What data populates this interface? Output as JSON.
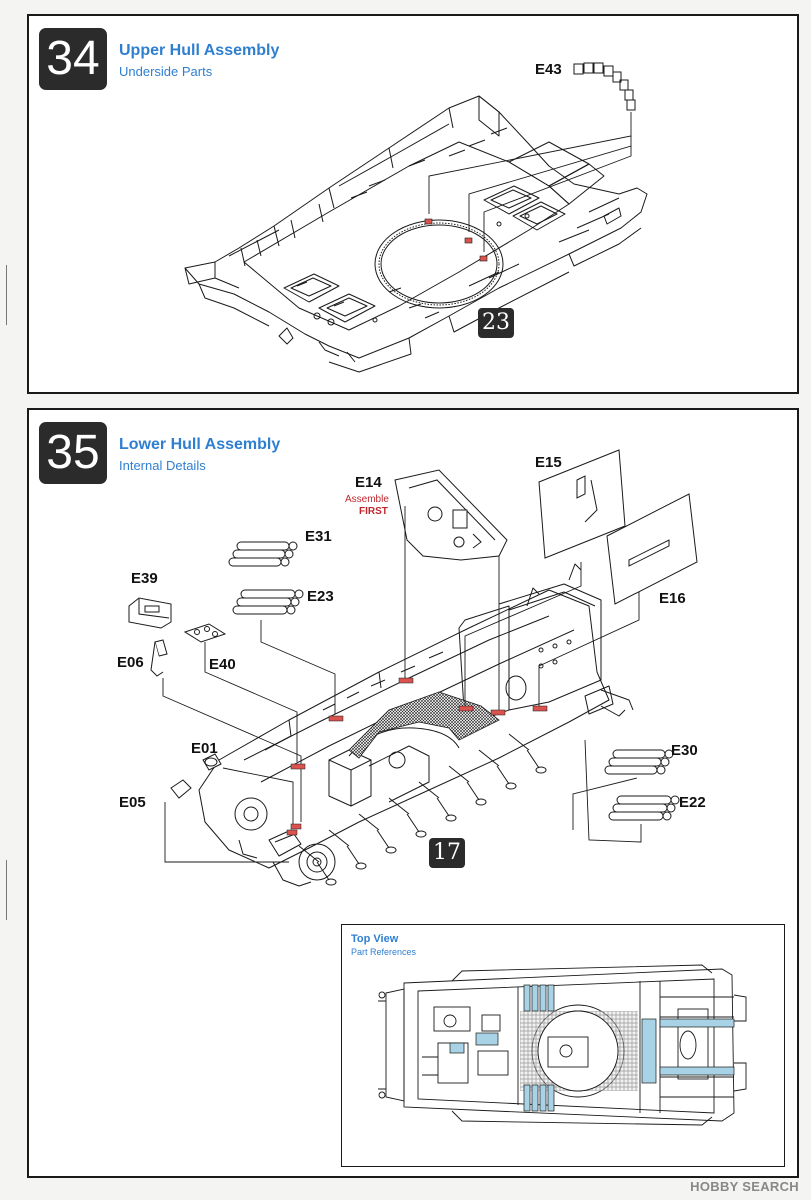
{
  "steps": [
    {
      "number": "34",
      "title": "Upper Hull Assembly",
      "subtitle": "Underside Parts",
      "parts": [
        "E43"
      ],
      "reference": "23"
    },
    {
      "number": "35",
      "title": "Lower Hull Assembly",
      "subtitle": "Internal Details",
      "parts": [
        "E14",
        "E15",
        "E31",
        "E23",
        "E39",
        "E16",
        "E06",
        "E40",
        "E01",
        "E30",
        "E05",
        "E22"
      ],
      "notes": {
        "assemble": "Assemble",
        "first": "FIRST"
      },
      "reference": "17",
      "inset": {
        "title": "Top View",
        "subtitle": "Part References"
      }
    }
  ],
  "watermark": "HOBBY SEARCH",
  "colors": {
    "accent_blue": "#2f7fd0",
    "note_red": "#c0272d",
    "highlight_red": "#d9534f",
    "part_blue": "#a8d2e6",
    "badge": "#2b2b2b"
  }
}
